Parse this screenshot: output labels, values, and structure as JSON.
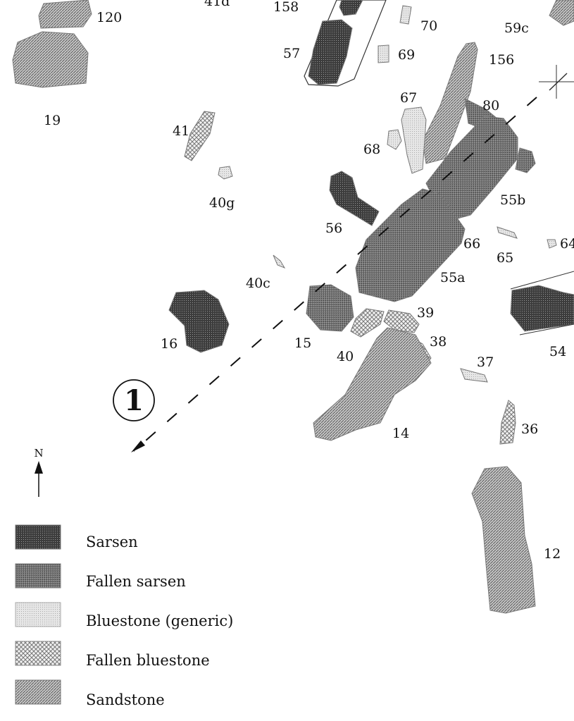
{
  "title": "Stonehenge stone plan (detail)",
  "stone_labels": [
    "41d",
    "158",
    "57",
    "70",
    "69",
    "59c",
    "156",
    "67",
    "80",
    "120",
    "19",
    "41",
    "68",
    "40g",
    "55b",
    "56",
    "66",
    "65",
    "64",
    "40c",
    "55a",
    "39",
    "16",
    "15",
    "40",
    "38",
    "37",
    "54",
    "14",
    "36",
    "12"
  ],
  "axis_marker": "1",
  "north_label": "N",
  "legend": [
    {
      "label": "Sarsen",
      "pattern": "sarsen"
    },
    {
      "label": "Fallen sarsen",
      "pattern": "fallen-sarsen"
    },
    {
      "label": "Bluestone (generic)",
      "pattern": "bluestone"
    },
    {
      "label": "Fallen bluestone",
      "pattern": "fallen-bluestone"
    },
    {
      "label": "Sandstone",
      "pattern": "sandstone"
    }
  ],
  "colors": {
    "sarsen": "#4a4a4a",
    "fallen_sarsen": "#7a7a7a",
    "bluestone": "#d8d8d8",
    "sandstone": "#9a9a9a"
  }
}
